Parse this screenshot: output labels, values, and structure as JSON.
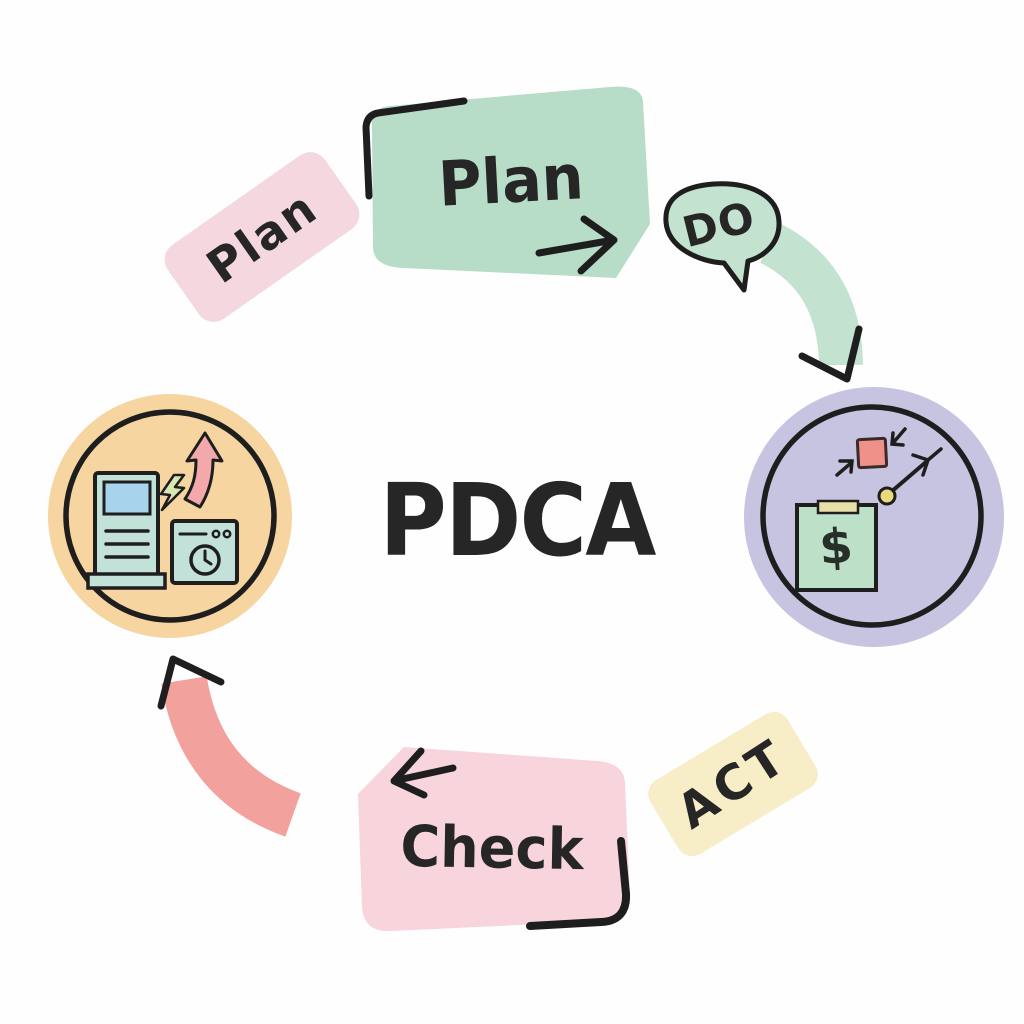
{
  "diagram": {
    "title": "PDCA",
    "center_label": "PDCA",
    "plan_tag": {
      "label": "Plan"
    },
    "plan_box": {
      "label": "Plan"
    },
    "do_bubble": {
      "label": "DO"
    },
    "check_box": {
      "label": "Check"
    },
    "act_tag": {
      "label": "ACT"
    },
    "do_stage_circle": {
      "icons": [
        "clipboard-dollar-icon",
        "shrink-square-icon",
        "progress-arrow-icon"
      ],
      "clipboard_symbol": "$"
    },
    "act_stage_circle": {
      "icons": [
        "server-kiosk-icon",
        "lightning-bolt-icon",
        "growth-arrow-icon",
        "clock-window-icon"
      ]
    },
    "colors": {
      "ink": "#262626",
      "mint": "#b7dcc7",
      "mint_light": "#c3e3d0",
      "mint_arrow": "#c3e2cf",
      "mint_panel": "#c2e1d9",
      "clipboard_mint": "#bce0c8",
      "pink": "#f8d4dc",
      "pink_soft": "#f5d8df",
      "salmon": "#f2a19c",
      "salmon_deep": "#ef9089",
      "arrow_pink": "#f3a9ab",
      "lavender": "#c7c4e2",
      "peach": "#f6d5a1",
      "cream": "#f7edc7",
      "sky": "#a8d3ec",
      "clip_tan": "#e6dfa8",
      "dot_yellow": "#e9da7c",
      "bolt_green": "#d9e8b3"
    }
  }
}
